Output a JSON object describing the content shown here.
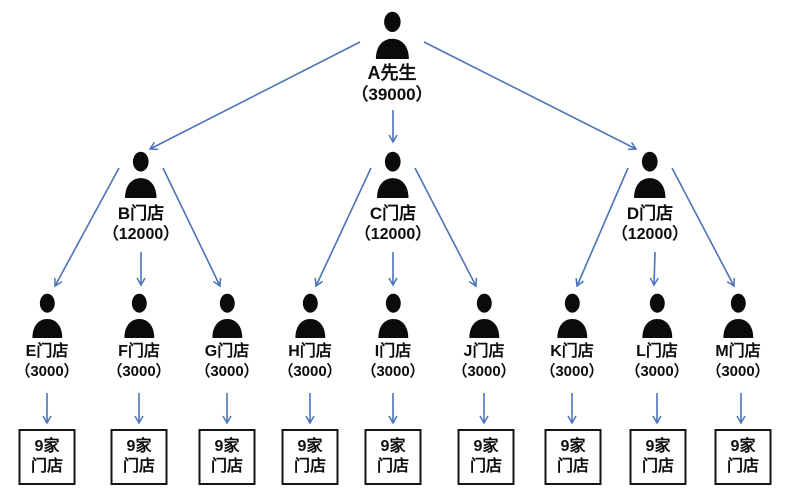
{
  "diagram": {
    "root": {
      "name": "A先生",
      "value": "（39000）"
    },
    "mid": [
      {
        "name": "B门店",
        "value": "（12000）"
      },
      {
        "name": "C门店",
        "value": "（12000）"
      },
      {
        "name": "D门店",
        "value": "（12000）"
      }
    ],
    "leaves": [
      {
        "name": "E门店",
        "value": "（3000）"
      },
      {
        "name": "F门店",
        "value": "（3000）"
      },
      {
        "name": "G门店",
        "value": "（3000）"
      },
      {
        "name": "H门店",
        "value": "（3000）"
      },
      {
        "name": "I门店",
        "value": "（3000）"
      },
      {
        "name": "J门店",
        "value": "（3000）"
      },
      {
        "name": "K门店",
        "value": "（3000）"
      },
      {
        "name": "L门店",
        "value": "（3000）"
      },
      {
        "name": "M门店",
        "value": "（3000）"
      }
    ],
    "box": {
      "line1": "9家",
      "line2": "门店"
    },
    "colors": {
      "arrow": "#4a74b8",
      "silhouette": "#0b0b0b",
      "box_border": "#141414"
    }
  }
}
